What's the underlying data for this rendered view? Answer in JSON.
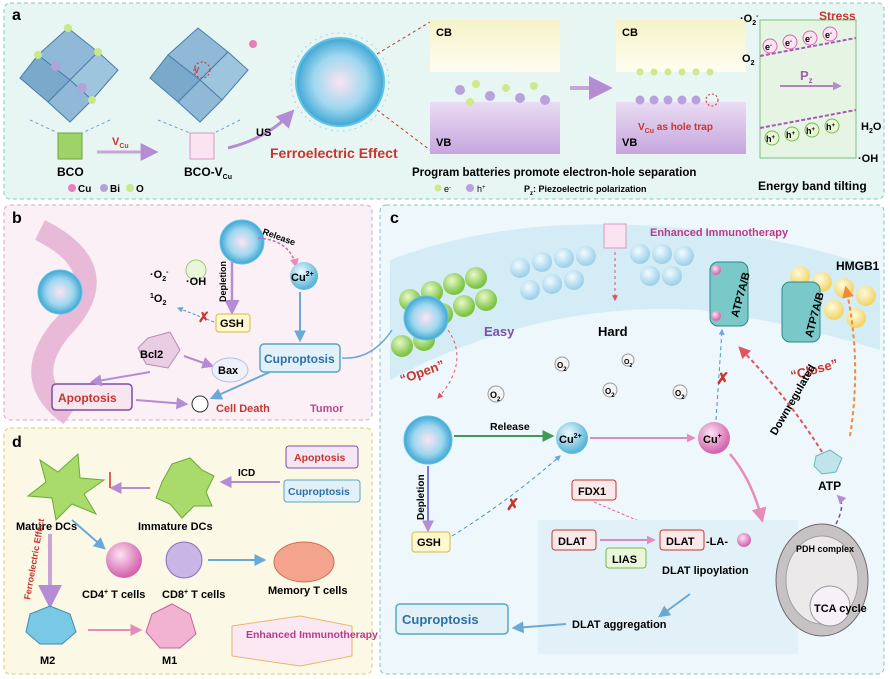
{
  "panel_a": {
    "letter": "a",
    "bco": "BCO",
    "bco_v": "BCO-V",
    "bco_v_sub": "Cu",
    "vcu": "V",
    "vcu_sub": "Cu",
    "vcu_label_in_cell": "V",
    "us": "US",
    "ferroelectric": "Ferroelectric Effect",
    "cb1": "CB",
    "vb1": "VB",
    "cb2": "CB",
    "vb2": "VB",
    "vcu_hole_trap": "V",
    "vcu_hole_trap_sub": "Cu",
    "vcu_hole_trap_rest": " as hole trap",
    "program_caption": "Program batteries promote electron-hole separation",
    "legend_e": "e",
    "legend_e_sup": "-",
    "legend_h": "h",
    "legend_h_sup": "+",
    "legend_pz": "P",
    "legend_pz_sub": "z",
    "legend_pz_rest": ": Piezoelectric polarization",
    "legend_cu": "Cu",
    "legend_bi": "Bi",
    "legend_o": "O",
    "o2_radical": "·O",
    "o2_radical_sub": "2",
    "o2_radical_sup": "-",
    "o2": "O",
    "o2_sub": "2",
    "stress": "Stress",
    "pz": "P",
    "pz_sub": "z",
    "h2o": "H",
    "h2o_sub": "2",
    "h2o_rest": "O",
    "oh": "·OH",
    "energy_band": "Energy band tilting",
    "electron": "e",
    "electron_sup": "-",
    "hole": "h",
    "hole_sup": "+"
  },
  "panel_b": {
    "letter": "b",
    "o2_radical": "·O",
    "o2_radical_sub": "2",
    "o2_radical_sup": "-",
    "oh": "·OH",
    "singlet_o2_pre": "1",
    "singlet_o2": "O",
    "singlet_o2_sub": "2",
    "depletion": "Depletion",
    "release": "Release",
    "cu2": "Cu",
    "cu2_sup": "2+",
    "gsh": "GSH",
    "bcl2": "Bcl2",
    "bax": "Bax",
    "cuproptosis": "Cuproptosis",
    "apoptosis": "Apoptosis",
    "cell_death": "Cell Death",
    "tumor": "Tumor",
    "x_mark": "✗"
  },
  "panel_c": {
    "letter": "c",
    "enhanced": "Enhanced Immunotherapy",
    "hmgb1": "HMGB1",
    "atp7ab_1": "ATP7A/B",
    "atp7ab_2": "ATP7A/B",
    "easy": "Easy",
    "hard": "Hard",
    "open": "“Open”",
    "close": "“Close”",
    "downregulated": "Downregulated",
    "o2_a": "O",
    "o2_b": "O",
    "o2_c": "O",
    "o2_d": "O",
    "o2_e": "O",
    "o2_sub": "2",
    "release": "Release",
    "cu2": "Cu",
    "cu2_sup": "2+",
    "cu1": "Cu",
    "cu1_sup": "+",
    "depletion": "Depletion",
    "gsh": "GSH",
    "fdx1": "FDX1",
    "dlat_1": "DLAT",
    "lias": "LIAS",
    "dlat_2": "DLAT",
    "la": "-LA-",
    "dlat_lipoylation": "DLAT lipoylation",
    "dlat_aggregation": "DLAT aggregation",
    "cuproptosis": "Cuproptosis",
    "atp": "ATP",
    "pdh": "PDH complex",
    "tca": "TCA cycle"
  },
  "panel_d": {
    "letter": "d",
    "apoptosis": "Apoptosis",
    "cuproptosis": "Cuproptosis",
    "icd": "ICD",
    "mature_dcs": "Mature DCs",
    "immature_dcs": "Immature DCs",
    "ferroelectric_effect": "Ferroelectric Effect",
    "cd4": "CD4",
    "cd4_sup": "+",
    "cd4_rest": " T cells",
    "cd8": "CD8",
    "cd8_sup": "+",
    "cd8_rest": " T cells",
    "memory": "Memory T cells",
    "m2": "M2",
    "m1": "M1",
    "enhanced": "Enhanced Immunotherapy"
  },
  "colors": {
    "panel_a_bg": "#e8f6f3",
    "panel_b_bg": "#fbf0f6",
    "panel_c_bg": "#eef7fb",
    "panel_d_bg": "#fbf8e6",
    "accent_red": "#c7352e",
    "accent_blue": "#2e6fa8",
    "accent_purple": "#7d4fa5"
  }
}
